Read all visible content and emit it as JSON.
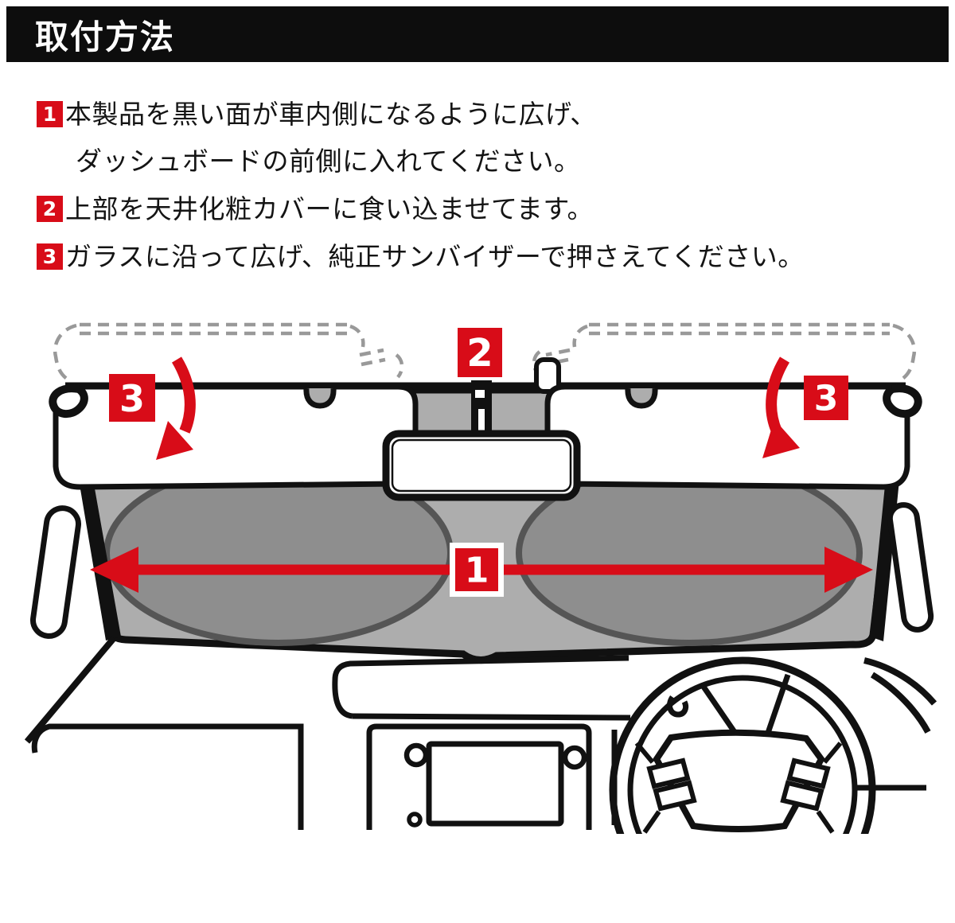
{
  "header": {
    "title": "取付方法"
  },
  "instructions": [
    {
      "number": "1",
      "lines": [
        "本製品を黒い面が車内側になるように広げ、",
        "ダッシュボードの前側に入れてください。"
      ]
    },
    {
      "number": "2",
      "lines": [
        "上部を天井化粧カバーに食い込ませてます。"
      ]
    },
    {
      "number": "3",
      "lines": [
        "ガラスに沿って広げ、純正サンバイザーで押さえてください。"
      ]
    }
  ],
  "diagram": {
    "labels": {
      "width_arrow": "1",
      "top_center": "2",
      "visor_left": "3",
      "visor_right": "3"
    },
    "colors": {
      "red": "#d80c18",
      "shade_gray": "#adadad",
      "shade_dark": "#8e8e8e",
      "outline": "#111111",
      "dash_gray": "#999999"
    }
  }
}
